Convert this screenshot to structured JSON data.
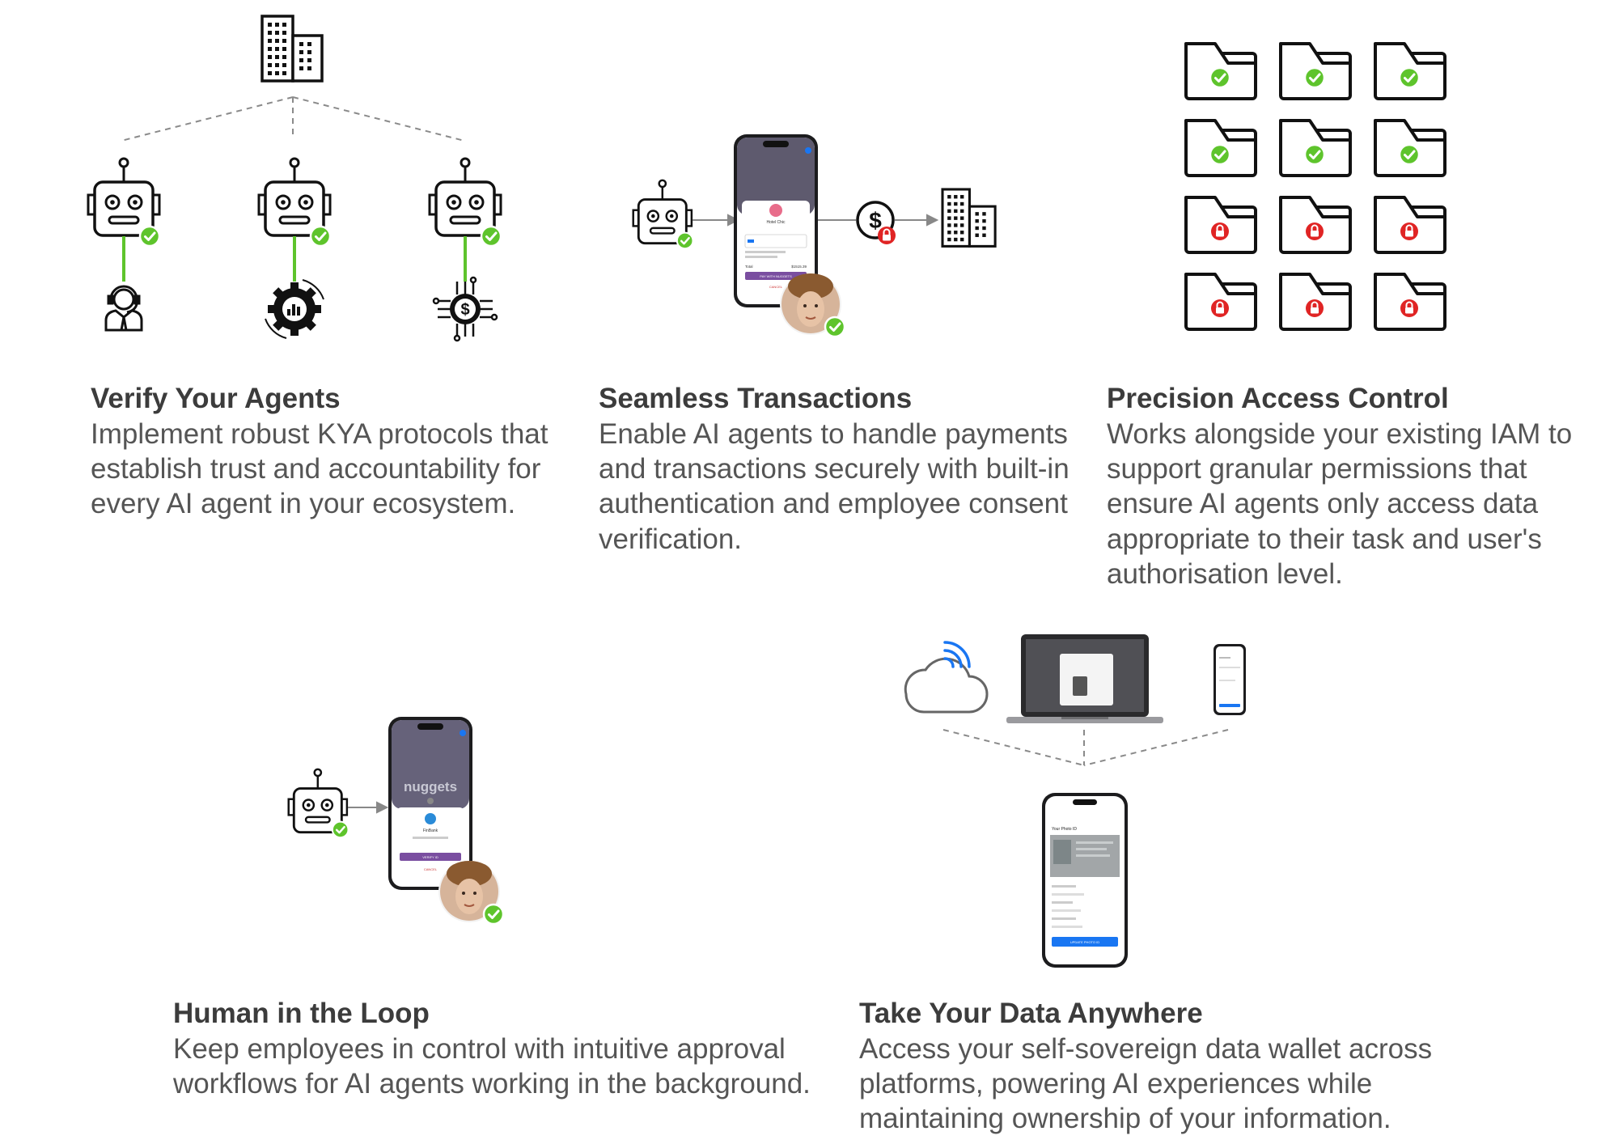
{
  "colors": {
    "check": "#5ec42c",
    "lock": "#e02424",
    "line_green": "#5ec42c",
    "dash": "#8a8a8a",
    "heading": "#3c3c3c",
    "body": "#555555",
    "purple": "#7a4ea0",
    "blue": "#1976f2"
  },
  "icons": {
    "building": "building-icon",
    "robot": "robot-icon",
    "check": "check-badge-icon",
    "lock": "lock-badge-icon",
    "folder": "folder-icon",
    "support": "support-agent-icon",
    "gear": "gear-chart-icon",
    "dollar_chip": "dollar-circuit-icon",
    "dollar": "dollar-circle-icon",
    "cloud": "cloud-wifi-icon",
    "laptop": "laptop-icon",
    "phone": "phone-icon",
    "avatar": "avatar-photo"
  },
  "features": [
    {
      "title": "Verify Your Agents",
      "description": "Implement robust KYA protocols that establish trust and accountability for every AI agent in your ecosystem."
    },
    {
      "title": "Seamless Transactions",
      "description": "Enable AI agents to handle payments and transactions securely with built-in authentication and employee consent verification."
    },
    {
      "title": "Precision Access Control",
      "description": "Works alongside your existing IAM to support granular permissions that ensure AI agents only access data appropriate to their task and user's authorisation level."
    },
    {
      "title": "Human in the Loop",
      "description": "Keep employees in control with intuitive approval workflows for AI agents working in the background."
    },
    {
      "title": "Take Your Data Anywhere",
      "description": "Access your self-sovereign data wallet across platforms, powering AI experiences while maintaining ownership of your information."
    }
  ],
  "folders": {
    "granted": 6,
    "locked": 6
  },
  "phone_screens": {
    "transaction": {
      "merchant": "Hotel Chic",
      "total_label": "Total",
      "total_value": "$1515.39",
      "pay_button": "PAY WITH NUGGETS",
      "cancel": "CANCEL"
    },
    "loop": {
      "brand": "nuggets",
      "app_name": "FinBank",
      "verify_button": "VERIFY ID",
      "cancel": "CANCEL"
    },
    "wallet": {
      "title": "Your Photo ID",
      "update_button": "UPDATE PHOTO ID"
    }
  }
}
